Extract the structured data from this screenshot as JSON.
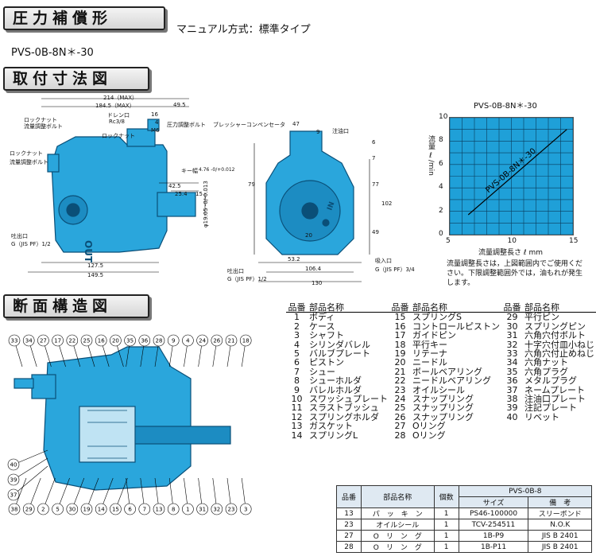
{
  "header": {
    "section1": "圧力補償形",
    "subtitle": "マニュアル方式：標準タイプ",
    "model": "PVS-0B-8N＊-30",
    "section2": "取付寸法図",
    "section3": "断面構造図"
  },
  "dim_drawing": {
    "labels": {
      "d214": "214（MAX）",
      "d184": "184.5（MAX）",
      "d49": "49.5",
      "drain": "ドレン口",
      "rc38": "Rc3/8",
      "d16": "16",
      "d4": "4",
      "m6": "M6",
      "lock_nut": "ロックナット",
      "flow_bolt": "流量調整ボルト",
      "pressure_bolt": "圧力調整ボルト",
      "lock_nut2": "ロックナット",
      "flow_bolt2": "流量調整ボルト",
      "key": "キー幅",
      "key_dim": "4.76 -0/+0.012",
      "d42": "42.5",
      "d25": "25.4",
      "d15": "15",
      "shaft": "φ19.05 -0/-0.013",
      "discharge": "吐出口",
      "g12": "G（JIS PF）1/2",
      "d127": "127.5",
      "d149": "149.5",
      "breather": "ブレッシャーコンペンセータ",
      "d47": "47",
      "d9": "9",
      "lube": "注油口",
      "d6": "6",
      "d7": "7",
      "d79": "79",
      "d77": "77",
      "d102": "102",
      "d49b": "49",
      "d53": "53.2",
      "d106": "106.4",
      "d130": "130",
      "discharge2": "吐出口",
      "g12b": "G（JIS PF）1/2",
      "suction": "吸入口",
      "g34": "G（JIS PF）3/4",
      "d20": "20",
      "out": "OUT",
      "in": "IN"
    }
  },
  "chart": {
    "title": "PVS-0B-8N＊-30",
    "ylabel": "流量 ℓ/min",
    "xlabel": "流量調整長さ ℓ mm",
    "note": "流量調整長さは，上図範囲内でご使用ください。下限調整範囲外では，油もれが発生します。",
    "line_label": "PVS-0B-8N＊-30"
  },
  "chart_data": {
    "type": "line",
    "x": [
      6.5,
      14.5
    ],
    "y": [
      1.7,
      9.0
    ],
    "xlim": [
      5,
      15
    ],
    "ylim": [
      0,
      10
    ],
    "xticks": [
      5,
      10,
      15
    ],
    "yticks": [
      0,
      2,
      4,
      6,
      8,
      10
    ],
    "title": "PVS-0B-8N＊-30",
    "xlabel": "流量調整長さ ℓ mm",
    "ylabel": "流量 ℓ/min",
    "grid": true
  },
  "parts": {
    "headers": [
      "品番",
      "部品名称",
      "品番",
      "部品名称",
      "品番",
      "部品名称"
    ],
    "rows": [
      [
        "1",
        "ボディ",
        "15",
        "スプリングS",
        "29",
        "平行ピン"
      ],
      [
        "2",
        "ケース",
        "16",
        "コントロールピストン",
        "30",
        "スプリングピン"
      ],
      [
        "3",
        "シャフト",
        "17",
        "ガイドピン",
        "31",
        "六角穴付ボルト"
      ],
      [
        "4",
        "シリンダバレル",
        "18",
        "平行キー",
        "32",
        "十字穴付皿小ねじ"
      ],
      [
        "5",
        "バルブプレート",
        "19",
        "リテーナ",
        "33",
        "六角穴付止めねじ"
      ],
      [
        "6",
        "ピストン",
        "20",
        "ニードル",
        "34",
        "六角ナット"
      ],
      [
        "7",
        "シュー",
        "21",
        "ボールベアリング",
        "35",
        "六角プラグ"
      ],
      [
        "8",
        "シューホルダ",
        "22",
        "ニードルベアリング",
        "36",
        "メタルプラグ"
      ],
      [
        "9",
        "バレルホルダ",
        "23",
        "オイルシール",
        "37",
        "ネームプレート"
      ],
      [
        "10",
        "スワッシュプレート",
        "24",
        "スナップリング",
        "38",
        "注油口プレート"
      ],
      [
        "11",
        "スラストブッシュ",
        "25",
        "スナップリング",
        "39",
        "注記プレート"
      ],
      [
        "12",
        "スプリングホルダ",
        "26",
        "スナップリング",
        "40",
        "リベット"
      ],
      [
        "13",
        "ガスケット",
        "27",
        "Oリング",
        "",
        ""
      ],
      [
        "14",
        "スプリングL",
        "28",
        "Oリング",
        "",
        ""
      ]
    ]
  },
  "seal_table": {
    "model_header": "PVS-0B-8",
    "col_no": "品番",
    "col_name": "部品名称",
    "col_qty": "個数",
    "col_size": "サイズ",
    "col_note": "備　考",
    "rows": [
      [
        "13",
        "パ　ッ　キ　ン",
        "1",
        "PS46-100000",
        "スリーボンド"
      ],
      [
        "23",
        "オイルシール",
        "1",
        "TCV-254511",
        "N.O.K"
      ],
      [
        "27",
        "O　リ　ン　グ",
        "1",
        "1B-P9",
        "JIS B 2401"
      ],
      [
        "28",
        "O　リ　ン　グ",
        "1",
        "1B-P11",
        "JIS B 2401"
      ]
    ]
  },
  "callouts_top": [
    "33",
    "34",
    "27",
    "17",
    "22",
    "25",
    "16",
    "20",
    "35",
    "36",
    "28",
    "9",
    "4",
    "24",
    "26",
    "21",
    "18"
  ],
  "callouts_bottom": [
    "38",
    "29",
    "2",
    "5",
    "30",
    "19",
    "14",
    "15",
    "6",
    "7",
    "13",
    "8",
    "1",
    "31",
    "32",
    "23",
    "3"
  ],
  "callouts_left": [
    "40",
    "39",
    "37"
  ],
  "colors": {
    "accent": "#1fa0d8",
    "pump_fill": "#2aa6dc",
    "pump_stroke": "#0a4f78"
  }
}
